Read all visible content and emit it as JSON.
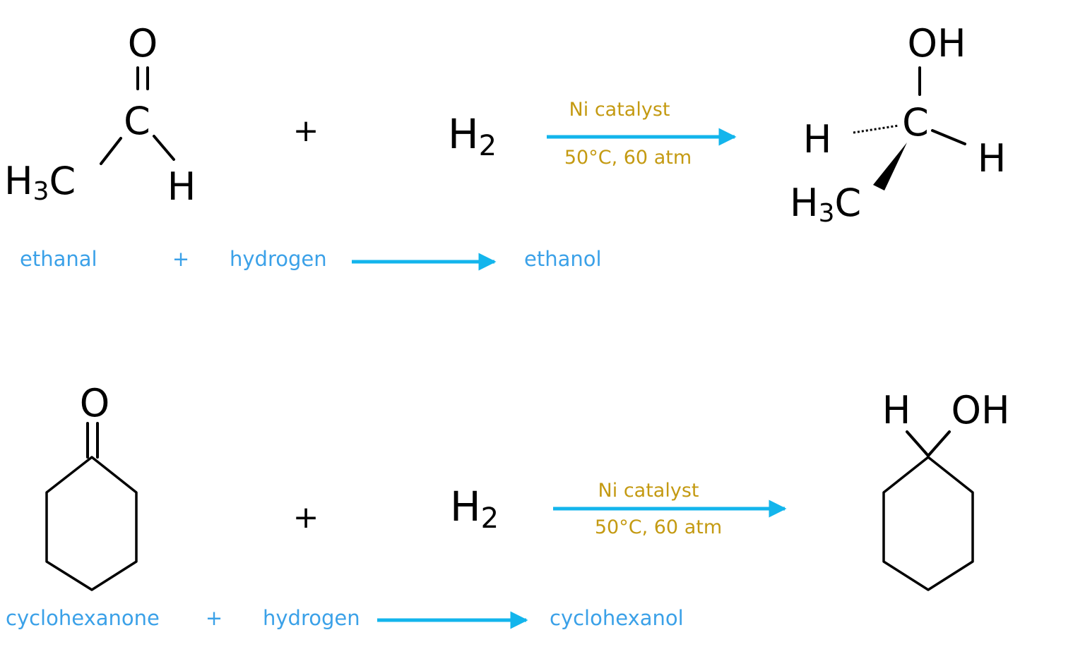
{
  "reaction1": {
    "reactant": {
      "atoms": {
        "O": "O",
        "C": "C",
        "H": "H",
        "H3C_H": "H",
        "H3C_sub": "3",
        "H3C_C": "C"
      }
    },
    "plus": "+",
    "reagent": {
      "H": "H",
      "sub": "2"
    },
    "condition_top": "Ni catalyst",
    "condition_bottom": "50°C,  60 atm",
    "product": {
      "atoms": {
        "OH": "OH",
        "C": "C",
        "H_left": "H",
        "H_right": "H",
        "H3C_H": "H",
        "H3C_sub": "3",
        "H3C_C": "C"
      }
    },
    "word_equation": {
      "reactant": "ethanal",
      "plus": "+",
      "reagent": "hydrogen",
      "product": "ethanol"
    }
  },
  "reaction2": {
    "reactant": {
      "atoms": {
        "O": "O"
      }
    },
    "plus": "+",
    "reagent": {
      "H": "H",
      "sub": "2"
    },
    "condition_top": "Ni catalyst",
    "condition_bottom": "50°C,  60 atm",
    "product": {
      "atoms": {
        "H": "H",
        "OH": "OH"
      }
    },
    "word_equation": {
      "reactant": "cyclohexanone",
      "plus": "+",
      "reagent": "hydrogen",
      "product": "cyclohexanol"
    }
  },
  "colors": {
    "condition_text": "#c49a12",
    "names_text": "#3ba1e8",
    "arrow": "#13b5ec",
    "structure": "#000000"
  }
}
